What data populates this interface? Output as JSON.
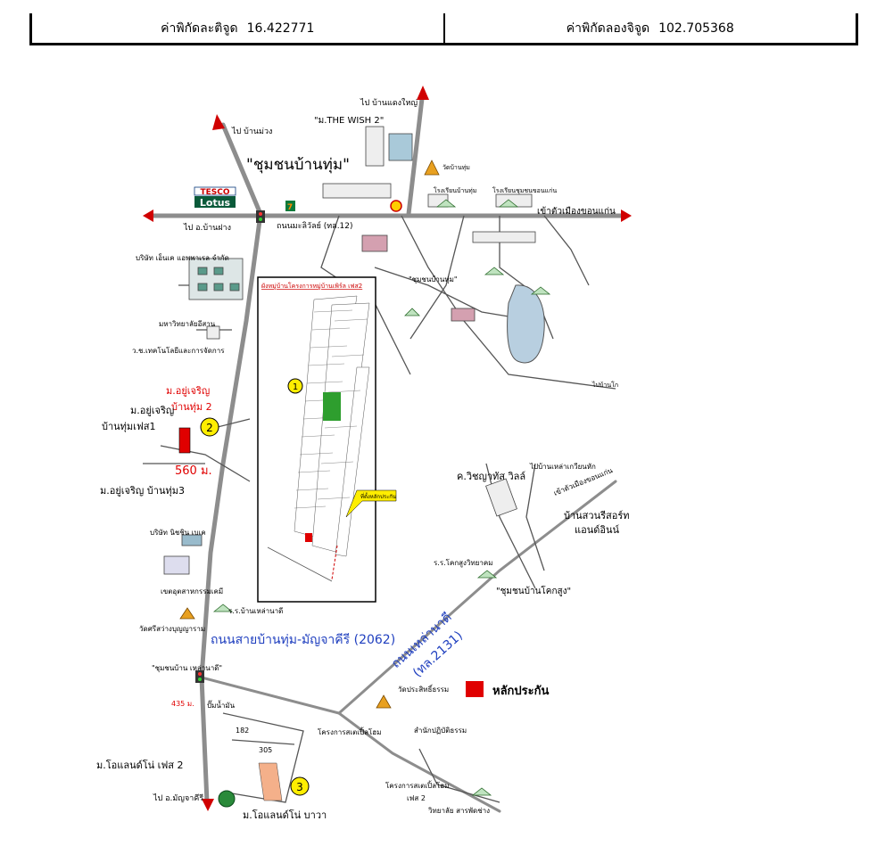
{
  "header": {
    "latitude_label": "ค่าพิกัดละติจูด",
    "latitude_value": "16.422771",
    "longitude_label": "ค่าพิกัดลองจิจูด",
    "longitude_value": "102.705368"
  },
  "map": {
    "labels": {
      "to_ban_muang": "ไป บ้านม่วง",
      "to_ban_daeng_yai": "ไป บ้านแดงใหญ่",
      "the_wish": "\"ม.THE WISH 2\"",
      "community_title": "\"ชุมชนบ้านทุ่ม\"",
      "to_amphoe_ban_fang": "ไป อ.บ้านฝาง",
      "to_city": "เข้าตัวเมืองขอนแก่น",
      "road_mittraphap": "ถนนมะลิวัลย์ (ทล.12)",
      "company_factory": "บริษัท เอ็นเค แอพพาเรล จำกัด",
      "university": "มหาวิทยาลัยอีสาน",
      "tech_college": "ว.ช.เทคโนโลยีและการจัดการ",
      "m_yoocharoen_red": "ม.อยู่เจริญ",
      "ban_thum_2": "บ้านทุ่ม 2",
      "m_yoocharoen_phase1_a": "ม.อยู่เจริญ",
      "m_yoocharoen_phase1_b": "บ้านทุ่มเฟส1",
      "distance_560": "560 ม.",
      "m_yoocharoen_3": "ม.อยู่เจริญ บ้านทุ่ม3",
      "nissin_company": "บริษัท นิชชิน เบเค",
      "chemical_industry": "เขตอุตสาหกรรมเคมี",
      "wat_sri": "วัดศรีสว่างบุญญาราม",
      "school_ban_thum": "ร.ร.บ้านเหล่านาดี",
      "road_ban_thum_manchakiri": "ถนนสายบ้านทุ่ม-มัญจาคีรี (2062)",
      "road_lao_nadi_a": "ถนนเหล่านาดี",
      "road_lao_nadi_b": "(ทล.2131)",
      "collateral_legend": "หลักประกัน",
      "community_lao": "\"ชุมชนบ้าน เหล่านาดี\"",
      "distance_435": "435 ม.",
      "gas_station": "ปั๊มน้ำมัน",
      "wat_prasri": "วัดประสิทธิ์ธรรม",
      "project_lake": "โครงการสเตเปิ้ลโฮม",
      "dharma_center": "สำนักปฏิบัติธรรม",
      "project_lake_2a": "โครงการสเตเปิ้ลโฮม",
      "project_lake_2b": "เฟส 2",
      "school_pattana": "วิทยาลัย สารพัดช่าง",
      "m_olanco_phase2": "ม.โอแลนด์โน่ เฟส 2",
      "to_manchakiri": "ไป อ.มัญจาคีรี",
      "m_olanco_bawa": "ม.โอแลนด์โน่ บาวา",
      "k_wichayathat": "ค.วิชญาทัส วิลล์",
      "to_ban_lao": "ไปบ้านเหล่าเกวียนหัก",
      "to_city_2": "เข้าตัวเมืองขอนแก่น",
      "ban_suan": "บ้านสวนรีสอร์ท",
      "and_inn": "แอนด์อินน์",
      "school_khok": "ร.ร.โคกสูงวิทยาคม",
      "community_khok": "\"ชุมชนบ้านโคกสูง\"",
      "inset_title": "ผังหมู่บ้านโครงการหมู่บ้านเพิร์ล เฟส2",
      "inset_note": "ที่ตั้งหลักประกัน",
      "tesco_1": "TESCO",
      "tesco_2": "Lotus",
      "seven": "7",
      "marker_1": "1",
      "marker_2": "2",
      "marker_3": "3",
      "road_182": "182",
      "road_305": "305",
      "community_small": "\"ชุมชนบ้านทุ่ม\"",
      "school_small": "โรงเรียนบ้านทุ่ม",
      "school_small_2": "โรงเรียนชุมชนขอนแก่น",
      "wat_small": "วัดบ้านทุ่ม",
      "to_road_right": "ไปบ้านโก"
    },
    "colors": {
      "road": "#9a9a9a",
      "arrow": "#d00000",
      "collateral": "#e00000",
      "marker": "#ffee00",
      "blue_text": "#1f3fbf",
      "park": "#2e9e2e"
    }
  }
}
